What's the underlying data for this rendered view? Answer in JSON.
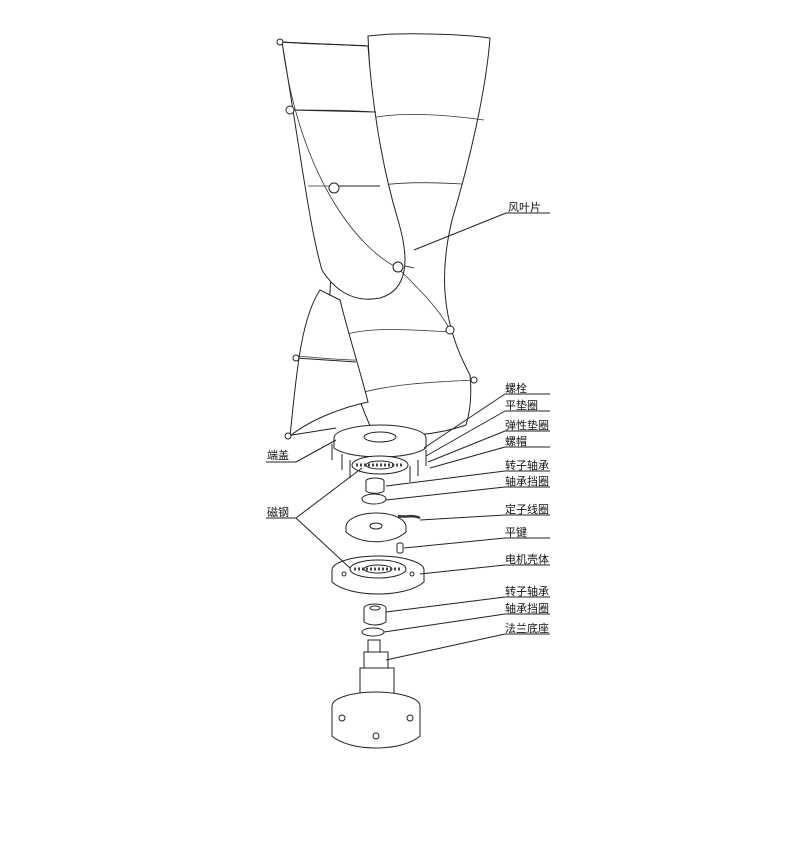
{
  "labels": {
    "blade": "风叶片",
    "bolt": "螺栓",
    "flat_washer": "平垫圈",
    "spring_washer": "弹性垫圈",
    "nut": "螺帽",
    "end_cap": "端盖",
    "rotor_bearing_top": "转子轴承",
    "bearing_retainer_top": "轴承挡圈",
    "magnet": "磁钢",
    "stator_coil": "定子线圈",
    "flat_key": "平键",
    "motor_housing": "电机壳体",
    "rotor_bearing_bottom": "转子轴承",
    "bearing_retainer_bottom": "轴承挡圈",
    "flange_base": "法兰底座"
  }
}
